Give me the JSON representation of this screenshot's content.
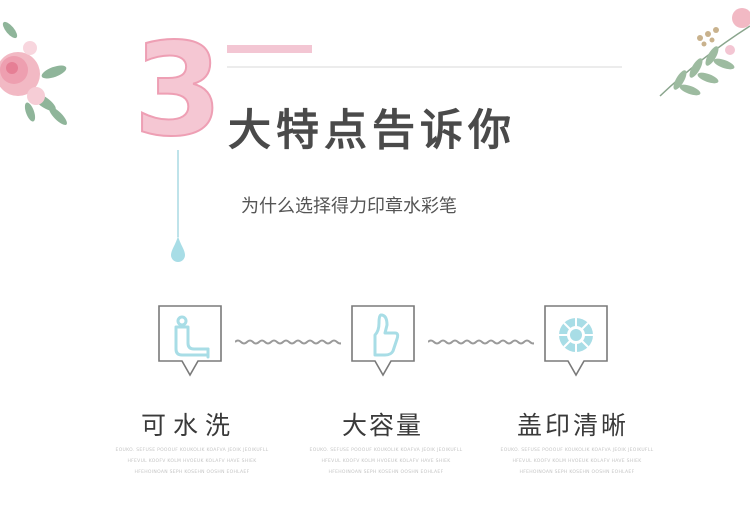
{
  "header": {
    "number": "3",
    "title": "大特点告诉你",
    "subtitle": "为什么选择得力印章水彩笔"
  },
  "features": [
    {
      "label": "可水洗",
      "icon": "washable-faucet-icon",
      "fine_lines": [
        "EOUKO. SEFUSE POOOUF KOUKOLIK KOAFVA JEOIK JEOIKUFLL",
        "HFEVUL KOOFV KOLM HVOEUK KOLAFV HAVE SHIEK",
        "HFEHOINOAN SEPH KOSEHN OOSHN EOHLAEF"
      ]
    },
    {
      "label": "大容量",
      "icon": "thumbs-up-icon",
      "fine_lines": [
        "EOUKO. SEFUSE POOOUF KOUKOLIK KOAFVA JEOIK JEOIKUFLL",
        "HFEVUL KOOFV KOLM HVOEUK KOLAFV HAVE SHIEK",
        "HFEHOINOAN SEPH KOSEHN OOSHN EOHLAEF"
      ]
    },
    {
      "label": "盖印清晰",
      "icon": "stamp-seal-icon",
      "fine_lines": [
        "EOUKO. SEFUSE POOOUF KOUKOLIK KOAFVA JEOIK JEOIKUFLL",
        "HFEVUL KOOFV KOLM HVOEUK KOLAFV HAVE SHIEK",
        "HFEHOINOAN SEPH KOSEHN OOSHN EOHLAEF"
      ]
    }
  ],
  "colors": {
    "accent_pink": "#f3c6d3",
    "accent_blue": "#a8dde6",
    "text_dark": "#3a3a3a",
    "box_border": "#7a7a7a"
  }
}
